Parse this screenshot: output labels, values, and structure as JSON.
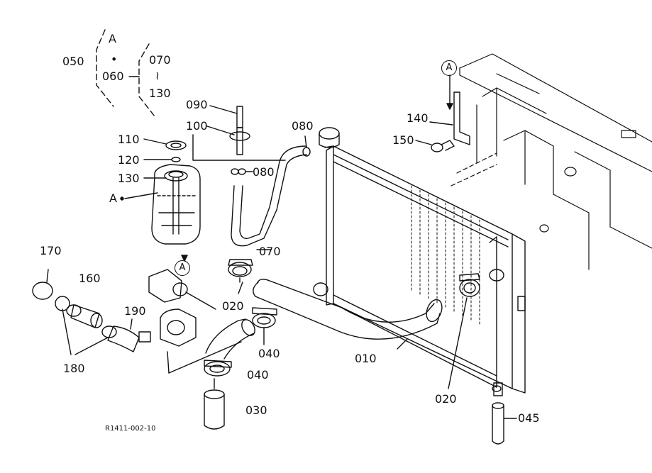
{
  "labels": {
    "p010": "010",
    "p020a": "020",
    "p020b": "020",
    "p030": "030",
    "p040a": "040",
    "p040b": "040",
    "p045": "045",
    "p050": "050",
    "p060": "060",
    "p070top": "070",
    "p070": "070",
    "p080a": "080",
    "p080b": "080",
    "p090": "090",
    "p100": "100",
    "p110": "110",
    "p120": "120",
    "p130top": "130",
    "p130": "130",
    "p140": "140",
    "p150": "150",
    "p160": "160",
    "p170": "170",
    "p180": "180",
    "p190": "190",
    "ref_a_box": "A",
    "ref_a_tank": "A",
    "dot": "•",
    "tilde": "≀",
    "circle_a1": "A",
    "circle_a2": "A",
    "drawing_code": "R1411-002-10"
  },
  "colors": {
    "line": "#111111",
    "background": "#ffffff"
  }
}
